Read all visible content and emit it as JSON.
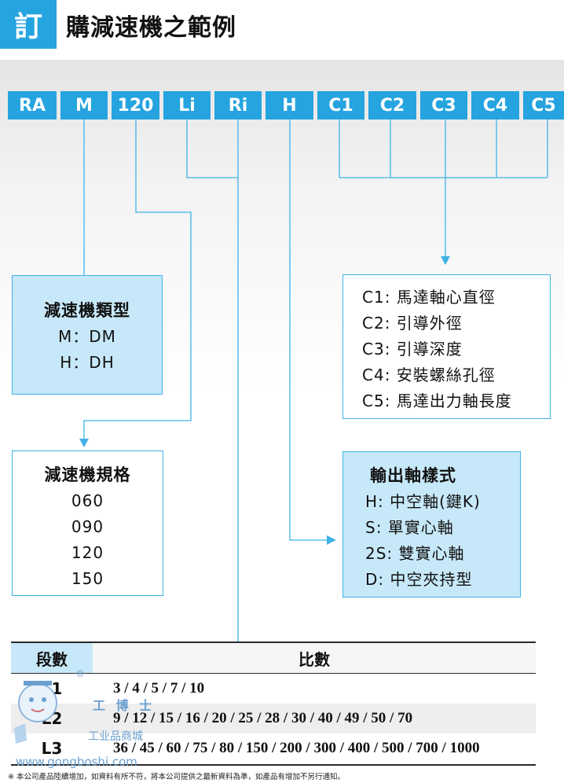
{
  "header": {
    "badge": "訂",
    "title": "購減速機之範例"
  },
  "codes": [
    "RA",
    "M",
    "120",
    "Li",
    "Ri",
    "H",
    "C1",
    "C2",
    "C3",
    "C4",
    "C5"
  ],
  "reducer_type": {
    "title": "減速機類型",
    "items": [
      "M：DM",
      "H：DH"
    ]
  },
  "reducer_spec": {
    "title": "減速機規格",
    "items": [
      "060",
      "090",
      "120",
      "150"
    ]
  },
  "dimensions": {
    "items": [
      "C1: 馬達軸心直徑",
      "C2: 引導外徑",
      "C3: 引導深度",
      "C4: 安裝螺絲孔徑",
      "C5: 馬達出力軸長度"
    ]
  },
  "shaft_style": {
    "title": "輸出軸樣式",
    "items": [
      "H: 中空軸(鍵K)",
      "S: 單實心軸",
      "2S: 雙實心軸",
      "D: 中空夾持型"
    ]
  },
  "ratio_table": {
    "col_stage": "段數",
    "col_ratio": "比數",
    "rows": [
      {
        "stage": "L1",
        "ratios": "3 / 4 / 5 / 7 / 10"
      },
      {
        "stage": "L2",
        "ratios": "9 / 12 / 15 / 16 / 20 / 25 / 28 / 30 / 40 / 49 / 50 / 70"
      },
      {
        "stage": "L3",
        "ratios": "36 / 45 / 60 / 75 / 80 / 150 / 200 / 300 / 400 / 500 / 700 / 1000"
      }
    ]
  },
  "footnote": "※ 本公司產品陸續增加，如資料有所不符，將本公司提供之最新資料為準，如產品有增加不另行通知。",
  "watermark": {
    "registered": "®",
    "brand": "工 博 士",
    "subtitle": "工业品商城",
    "url": "www.gongboshi.com"
  },
  "colors": {
    "accent": "#25a4df",
    "light_fill": "#c7e8f8",
    "arrow": "#3fb2e6"
  }
}
